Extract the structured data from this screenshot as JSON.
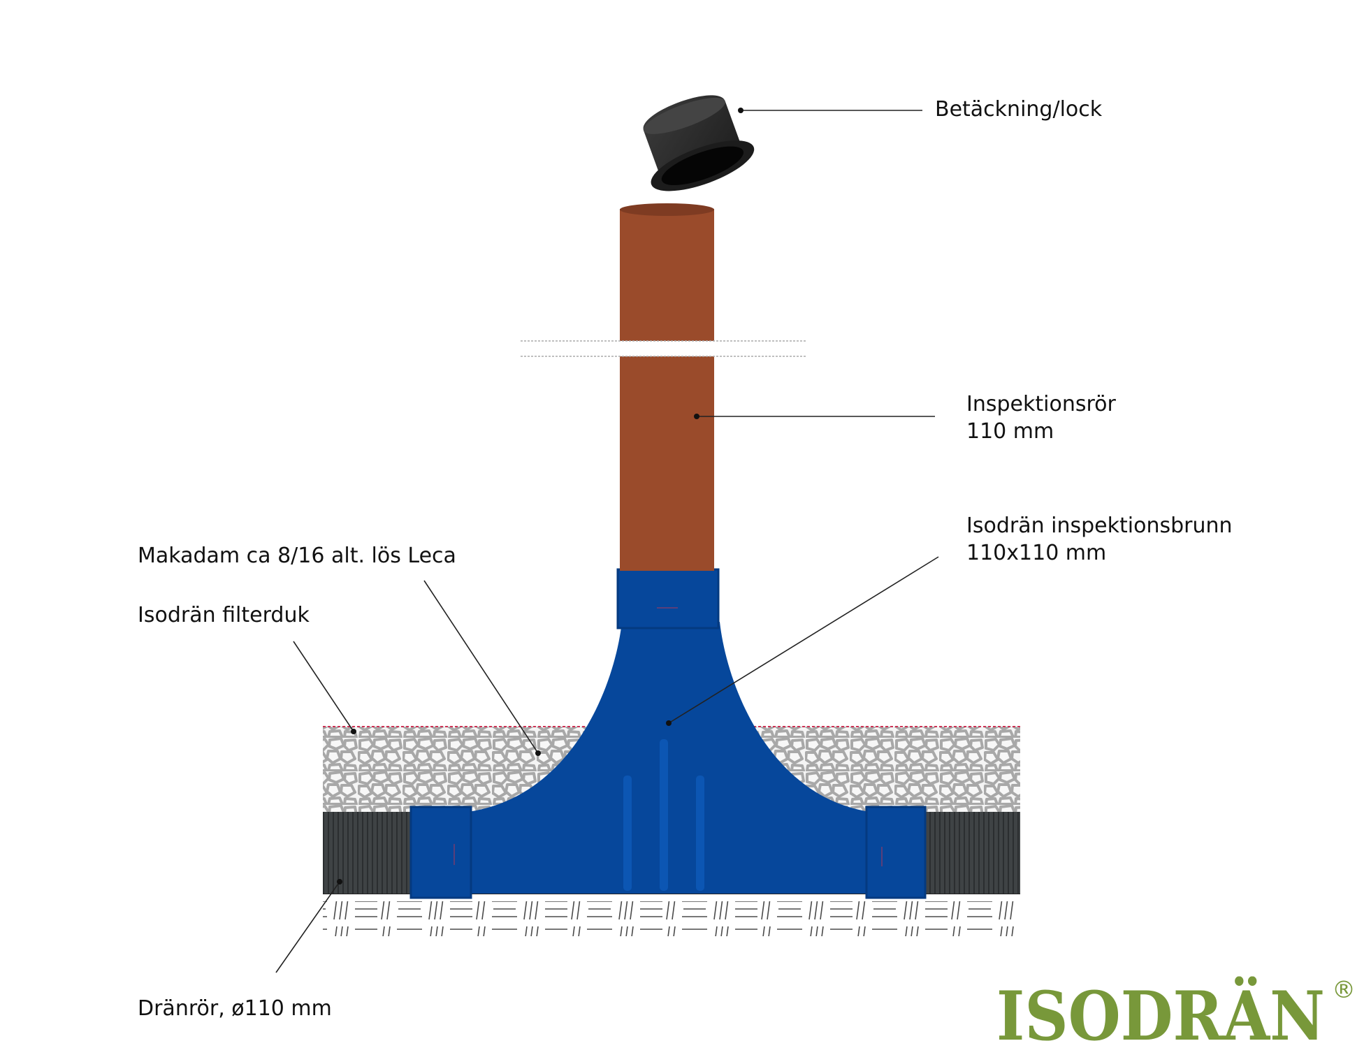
{
  "labels": {
    "cover": "Betäckning/lock",
    "inspection_pipe_line1": "Inspektionsrör",
    "inspection_pipe_line2": "110 mm",
    "well_line1": "Isodrän inspektionsbrunn",
    "well_line2": "110x110 mm",
    "gravel": "Makadam ca 8/16 alt. lös Leca",
    "filter": "Isodrän filterduk",
    "drain_pipe": "Dränrör, ø110 mm"
  },
  "logo": {
    "text": "ISODRÄN",
    "mark": "®"
  },
  "colors": {
    "pipe_brown": "#9a4b2b",
    "pipe_brown_top": "#7e3b22",
    "well_blue": "#06479b",
    "well_blue_dark": "#043a80",
    "lid": "#2f2f2f",
    "drain_pipe": "#3e4244",
    "gravel_fill": "#f2f2f2",
    "gravel_stroke": "#a6a6a6",
    "filter_line": "#cc3355",
    "logo_green": "#78983a"
  }
}
